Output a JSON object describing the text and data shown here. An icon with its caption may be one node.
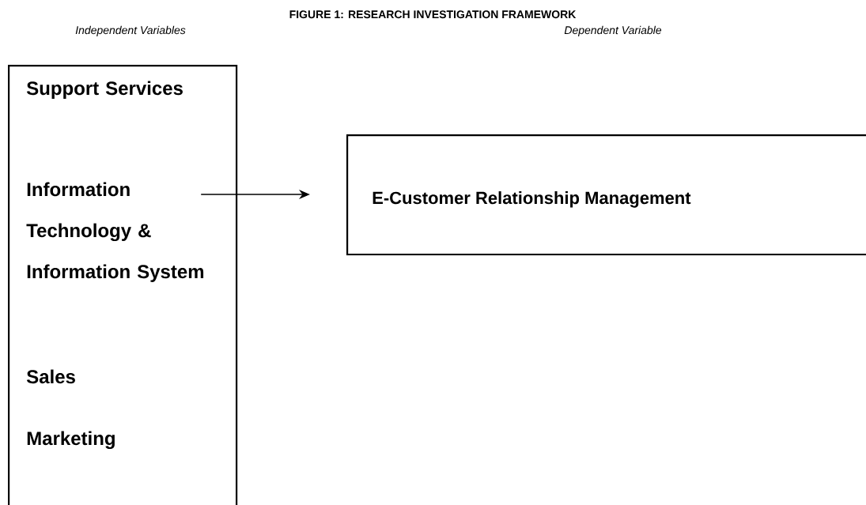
{
  "diagram": {
    "title": "FIGURE 1: RESEARCH INVESTIGATION FRAMEWORK",
    "nodes": [
      {
        "text": [
          "Support Services",
          "Information Technology & Information System",
          "Sales",
          "Marketing"
        ]
      },
      {
        "text": [
          "E-Customer Relationship Management"
        ]
      }
    ],
    "edges": [
      {
        "from": 0,
        "to": 1,
        "arrow": "to"
      }
    ],
    "labels": [
      "Independent Variables",
      "Dependent Variable"
    ]
  }
}
